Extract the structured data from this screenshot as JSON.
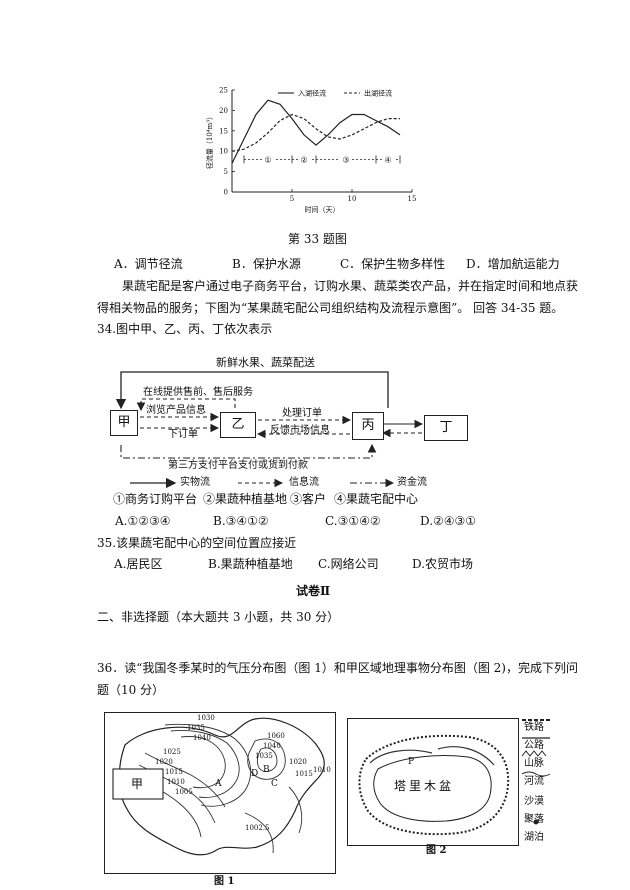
{
  "chart_data": {
    "type": "line",
    "x": [
      0,
      1,
      2,
      3,
      4,
      5,
      6,
      7,
      8,
      9,
      10,
      11,
      12,
      13,
      14
    ],
    "series": [
      {
        "name": "入湖径流",
        "style": "solid",
        "values": [
          7,
          13,
          19,
          22.5,
          21.5,
          18,
          14,
          11.5,
          14,
          17,
          19,
          19,
          17.5,
          16,
          14
        ]
      },
      {
        "name": "出湖径流",
        "style": "dashed",
        "values": [
          10,
          10.5,
          12,
          14.5,
          17.5,
          19,
          18,
          15.5,
          13.5,
          13,
          14,
          15.5,
          17,
          18,
          18
        ]
      }
    ],
    "ylabel": "径流量（10⁴m³）",
    "xlabel": "时间（天）",
    "yticks": [
      "0",
      "5",
      "10",
      "15",
      "20",
      "25"
    ],
    "xticks": [
      "5",
      "10",
      "15"
    ],
    "ylim": [
      0,
      25
    ],
    "xlim": [
      0,
      15
    ],
    "phases": [
      "①",
      "②",
      "③",
      "④"
    ]
  },
  "q33": {
    "caption": "第 33 题图",
    "options": [
      "A．调节径流",
      "B．保护水源",
      "C．保护生物多样性",
      "D．增加航运能力"
    ]
  },
  "passage": {
    "line1": "果蔬宅配是客户通过电子商务平台，订购水果、蔬菜类农产品，并在指定时间和地点获",
    "line2": "得相关物品的服务；下图为“某果蔬宅配公司组织结构及流程示意图”。 回答 34-35 题。"
  },
  "q34": {
    "stem": "34.图中甲、乙、丙、丁依次表示",
    "diagram": {
      "top_label": "新鲜水果、蔬菜配送",
      "node_jia": "甲",
      "node_yi": "乙",
      "node_bing": "丙",
      "node_ding": "丁",
      "l_online": "在线提供售前、售后服务",
      "l_browse": "浏览产品信息",
      "l_order": "下订单",
      "l_process": "处理订单",
      "l_feedback": "反馈市场信息",
      "l_third": "第三方支付平台支付或货到付款",
      "legend_material": "实物流",
      "legend_info": "信息流",
      "legend_capital": "资金流"
    },
    "items": [
      "①商务订购平台",
      "②果蔬种植基地",
      "③客户",
      "④果蔬宅配中心"
    ],
    "options": [
      "A.①②③④",
      "B.③④①②",
      "C.③①④②",
      "D.②④③①"
    ]
  },
  "q35": {
    "stem": "35.该果蔬宅配中心的空间位置应接近",
    "options": [
      "A.居民区",
      "B.果蔬种植基地",
      "C.网络公司",
      "D.农贸市场"
    ]
  },
  "paper2": {
    "title": "试卷Ⅱ",
    "section": "二、非选择题（本大题共 3 小题，共 30 分）"
  },
  "q36": {
    "line1": "36．读“我国冬季某时的气压分布图（图 1）和甲区域地理事物分布图（图 2)，完成下列问",
    "line2": "题（10 分）"
  },
  "map1": {
    "caption": "图 1",
    "region": "甲",
    "isobars": [
      "1030",
      "1035",
      "1040",
      "1025",
      "1020",
      "1015",
      "1010",
      "1005",
      "1060",
      "1040",
      "1035",
      "1020",
      "1015",
      "1010",
      "1002.5"
    ],
    "letters": [
      "A",
      "B",
      "C",
      "D"
    ]
  },
  "map2": {
    "caption": "图 2",
    "basin": "塔里木盆",
    "point": "P",
    "legend": [
      "铁路",
      "公路",
      "山脉",
      "河流",
      "沙漠",
      "聚落",
      "湖泊"
    ]
  }
}
